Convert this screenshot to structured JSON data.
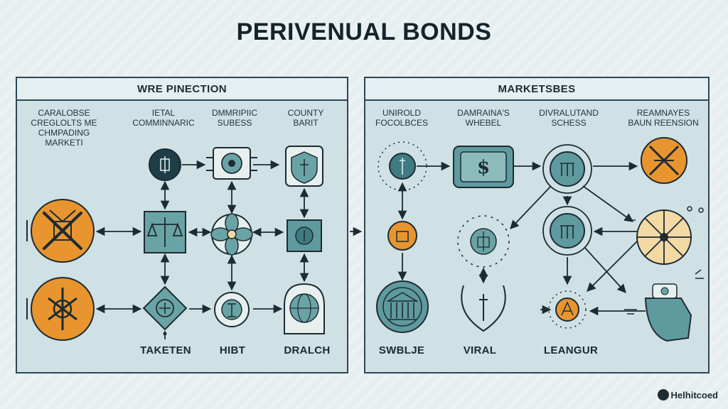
{
  "title": "PERIVENUAL BONDS",
  "left_panel": {
    "header": "WRE PINECTION",
    "col_labels": [
      "CARALOBSE\nCREGLOLTS ME\nCHMPADING\nMARKETI",
      "IETAL\nCOMMINNARIC",
      "DMMRIPIIC\nSUBESS",
      "COUNTY\nBARIT"
    ],
    "bottom_labels": [
      "TAKETEN",
      "HIBT",
      "DRALCH"
    ]
  },
  "right_panel": {
    "header": "MARKETSBES",
    "col_labels": [
      "UNIROLD\nFOCOLBCES",
      "DAMRAINA'S\nWHEBEL",
      "DIVRALUTAND\nSCHESS",
      "REAMNAYES\nBAUN REENSION"
    ],
    "bottom_labels": [
      "SWBLJE",
      "VIRAL",
      "LEANGUR"
    ]
  },
  "logo_text": "Helhitcoed",
  "colors": {
    "background": "#e6eef0",
    "panel": "#cfe1e4",
    "outline": "#2d4753",
    "teal": "#5f9a9f",
    "dark_teal": "#234a52",
    "orange": "#e8952f",
    "cream": "#f3d9a4"
  },
  "icons": {
    "left_orange_1": "crossed-tools-icon",
    "left_orange_2": "emblem-icon",
    "dollar": "dollar-icon",
    "balance": "balance-scale-icon",
    "bank": "bank-building-icon",
    "globe": "globe-icon"
  }
}
